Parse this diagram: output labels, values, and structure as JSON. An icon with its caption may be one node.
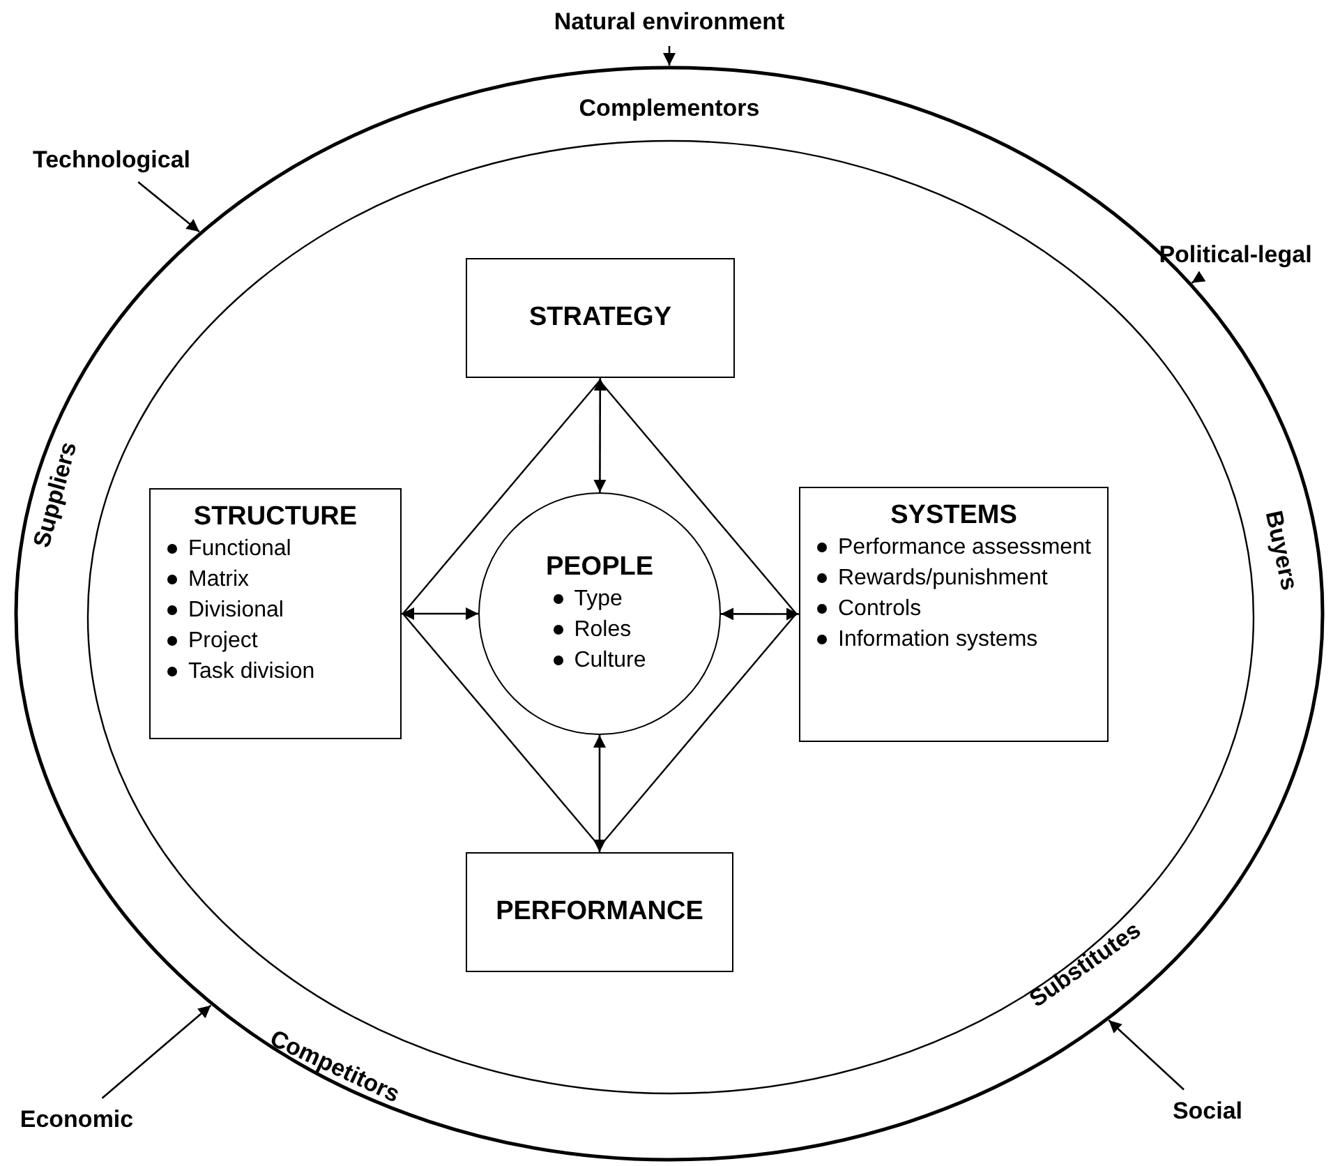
{
  "diagram": {
    "nodes": [
      {
        "text": [
          "Complementors",
          "Suppliers",
          "Buyers",
          "Competitors",
          "Substitutes"
        ]
      },
      {
        "text": [],
        "shape": "circle",
        "in": 0
      },
      {
        "text": [],
        "shape": "diamond",
        "in": 1
      },
      {
        "text": [
          "STRATEGY"
        ],
        "in": 1
      },
      {
        "text": [
          "STRUCTURE",
          "Functional",
          "Matrix",
          "Divisional",
          "Project",
          "Task division"
        ],
        "in": 1
      },
      {
        "text": [
          "PEOPLE",
          "Type",
          "Roles",
          "Culture"
        ],
        "in": 2
      },
      {
        "text": [
          "SYSTEMS",
          "Performance assessment",
          "Rewards/punishment",
          "Controls",
          "Information systems"
        ],
        "in": 1
      },
      {
        "text": [
          "PERFORMANCE"
        ],
        "in": 1
      },
      {
        "text": [
          "Natural environment"
        ]
      },
      {
        "text": [
          "Technological"
        ]
      },
      {
        "text": [
          "Political-legal"
        ]
      },
      {
        "text": [
          "Social"
        ]
      },
      {
        "text": [
          "Economic"
        ]
      }
    ],
    "edges": [
      {
        "from": 3,
        "to": 5,
        "arrow": "both"
      },
      {
        "from": 4,
        "to": 5,
        "arrow": "both"
      },
      {
        "from": 6,
        "to": 5,
        "arrow": "both"
      },
      {
        "from": 7,
        "to": 5,
        "arrow": "both"
      },
      {
        "from": 8,
        "to": 0,
        "arrow": "to"
      },
      {
        "from": 9,
        "to": 0,
        "arrow": "to"
      },
      {
        "from": 10,
        "to": 0,
        "arrow": "to"
      },
      {
        "from": 11,
        "to": 0,
        "arrow": "to"
      },
      {
        "from": 12,
        "to": 0,
        "arrow": "to"
      }
    ]
  }
}
